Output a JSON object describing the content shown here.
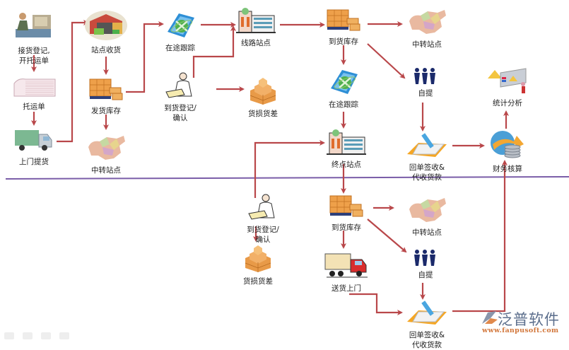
{
  "colors": {
    "arrow": "#b9474a",
    "divider": "#7a5da8",
    "label": "#222222",
    "watermark_text": "#5b6e8c",
    "watermark_url": "#d2763a"
  },
  "nodes": {
    "receive_register": {
      "label": "接货登记,\n开托运单",
      "icon": "clerk-at-computer-icon"
    },
    "waybill": {
      "label": "托运单",
      "icon": "waybill-form-icon"
    },
    "door_pickup": {
      "label": "上门提货",
      "icon": "truck-icon"
    },
    "station_receive": {
      "label": "站点收货",
      "icon": "warehouse-icon"
    },
    "ship_inventory": {
      "label": "发货库存",
      "icon": "pallet-boxes-icon"
    },
    "transfer_station_1": {
      "label": "中转站点",
      "icon": "china-map-icon"
    },
    "in_transit_1": {
      "label": "在途跟踪",
      "icon": "tracking-globe-icon"
    },
    "arrival_register_1": {
      "label": "到货登记/\n确认",
      "icon": "clerk-writing-icon"
    },
    "line_station": {
      "label": "线路站点",
      "icon": "building-icon"
    },
    "damage_shortage_1": {
      "label": "货损货差",
      "icon": "stacked-boxes-icon"
    },
    "arrival_inventory_1": {
      "label": "到货库存",
      "icon": "pallet-boxes-icon"
    },
    "transfer_station_2": {
      "label": "中转站点",
      "icon": "china-map-icon"
    },
    "in_transit_2": {
      "label": "在途跟踪",
      "icon": "tracking-globe-icon"
    },
    "self_pickup_1": {
      "label": "自提",
      "icon": "people-icon"
    },
    "terminal_station": {
      "label": "终点站点",
      "icon": "building-icon"
    },
    "receipt_collect_1": {
      "label": "回单签收&\n代收货款",
      "icon": "folder-pencil-icon"
    },
    "finance": {
      "label": "财务核算",
      "icon": "finance-coins-icon"
    },
    "statistics": {
      "label": "统计分析",
      "icon": "analytics-chart-icon"
    },
    "arrival_register_2": {
      "label": "到货登记/\n确认",
      "icon": "clerk-writing-icon"
    },
    "damage_shortage_2": {
      "label": "货损货差",
      "icon": "stacked-boxes-icon"
    },
    "arrival_inventory_2": {
      "label": "到货库存",
      "icon": "pallet-boxes-icon"
    },
    "transfer_station_3": {
      "label": "中转站点",
      "icon": "china-map-icon"
    },
    "self_pickup_2": {
      "label": "自提",
      "icon": "people-icon"
    },
    "home_delivery": {
      "label": "送货上门",
      "icon": "red-truck-icon"
    },
    "receipt_collect_2": {
      "label": "回单签收&\n代收货款",
      "icon": "folder-pencil-icon"
    }
  },
  "edges": [
    [
      "receive_register",
      "waybill"
    ],
    [
      "waybill",
      "door_pickup"
    ],
    [
      "door_pickup",
      "station_receive"
    ],
    [
      "station_receive",
      "ship_inventory"
    ],
    [
      "ship_inventory",
      "transfer_station_1"
    ],
    [
      "ship_inventory",
      "in_transit_1"
    ],
    [
      "in_transit_1",
      "line_station"
    ],
    [
      "arrival_register_1",
      "line_station"
    ],
    [
      "arrival_register_1",
      "damage_shortage_1"
    ],
    [
      "line_station",
      "arrival_inventory_1"
    ],
    [
      "arrival_inventory_1",
      "transfer_station_2"
    ],
    [
      "arrival_inventory_1",
      "in_transit_2"
    ],
    [
      "arrival_inventory_1",
      "self_pickup_1"
    ],
    [
      "in_transit_2",
      "terminal_station"
    ],
    [
      "self_pickup_1",
      "receipt_collect_1"
    ],
    [
      "receipt_collect_1",
      "finance"
    ],
    [
      "finance",
      "statistics"
    ],
    [
      "arrival_register_2",
      "terminal_station"
    ],
    [
      "arrival_register_2",
      "damage_shortage_2"
    ],
    [
      "terminal_station",
      "arrival_inventory_2"
    ],
    [
      "arrival_inventory_2",
      "transfer_station_3"
    ],
    [
      "arrival_inventory_2",
      "self_pickup_2"
    ],
    [
      "arrival_inventory_2",
      "home_delivery"
    ],
    [
      "self_pickup_2",
      "receipt_collect_2"
    ],
    [
      "home_delivery",
      "receipt_collect_2"
    ],
    [
      "receipt_collect_2",
      "finance"
    ]
  ],
  "watermark": {
    "brand": "泛普软件",
    "url": "www.fanpusoft.com"
  }
}
